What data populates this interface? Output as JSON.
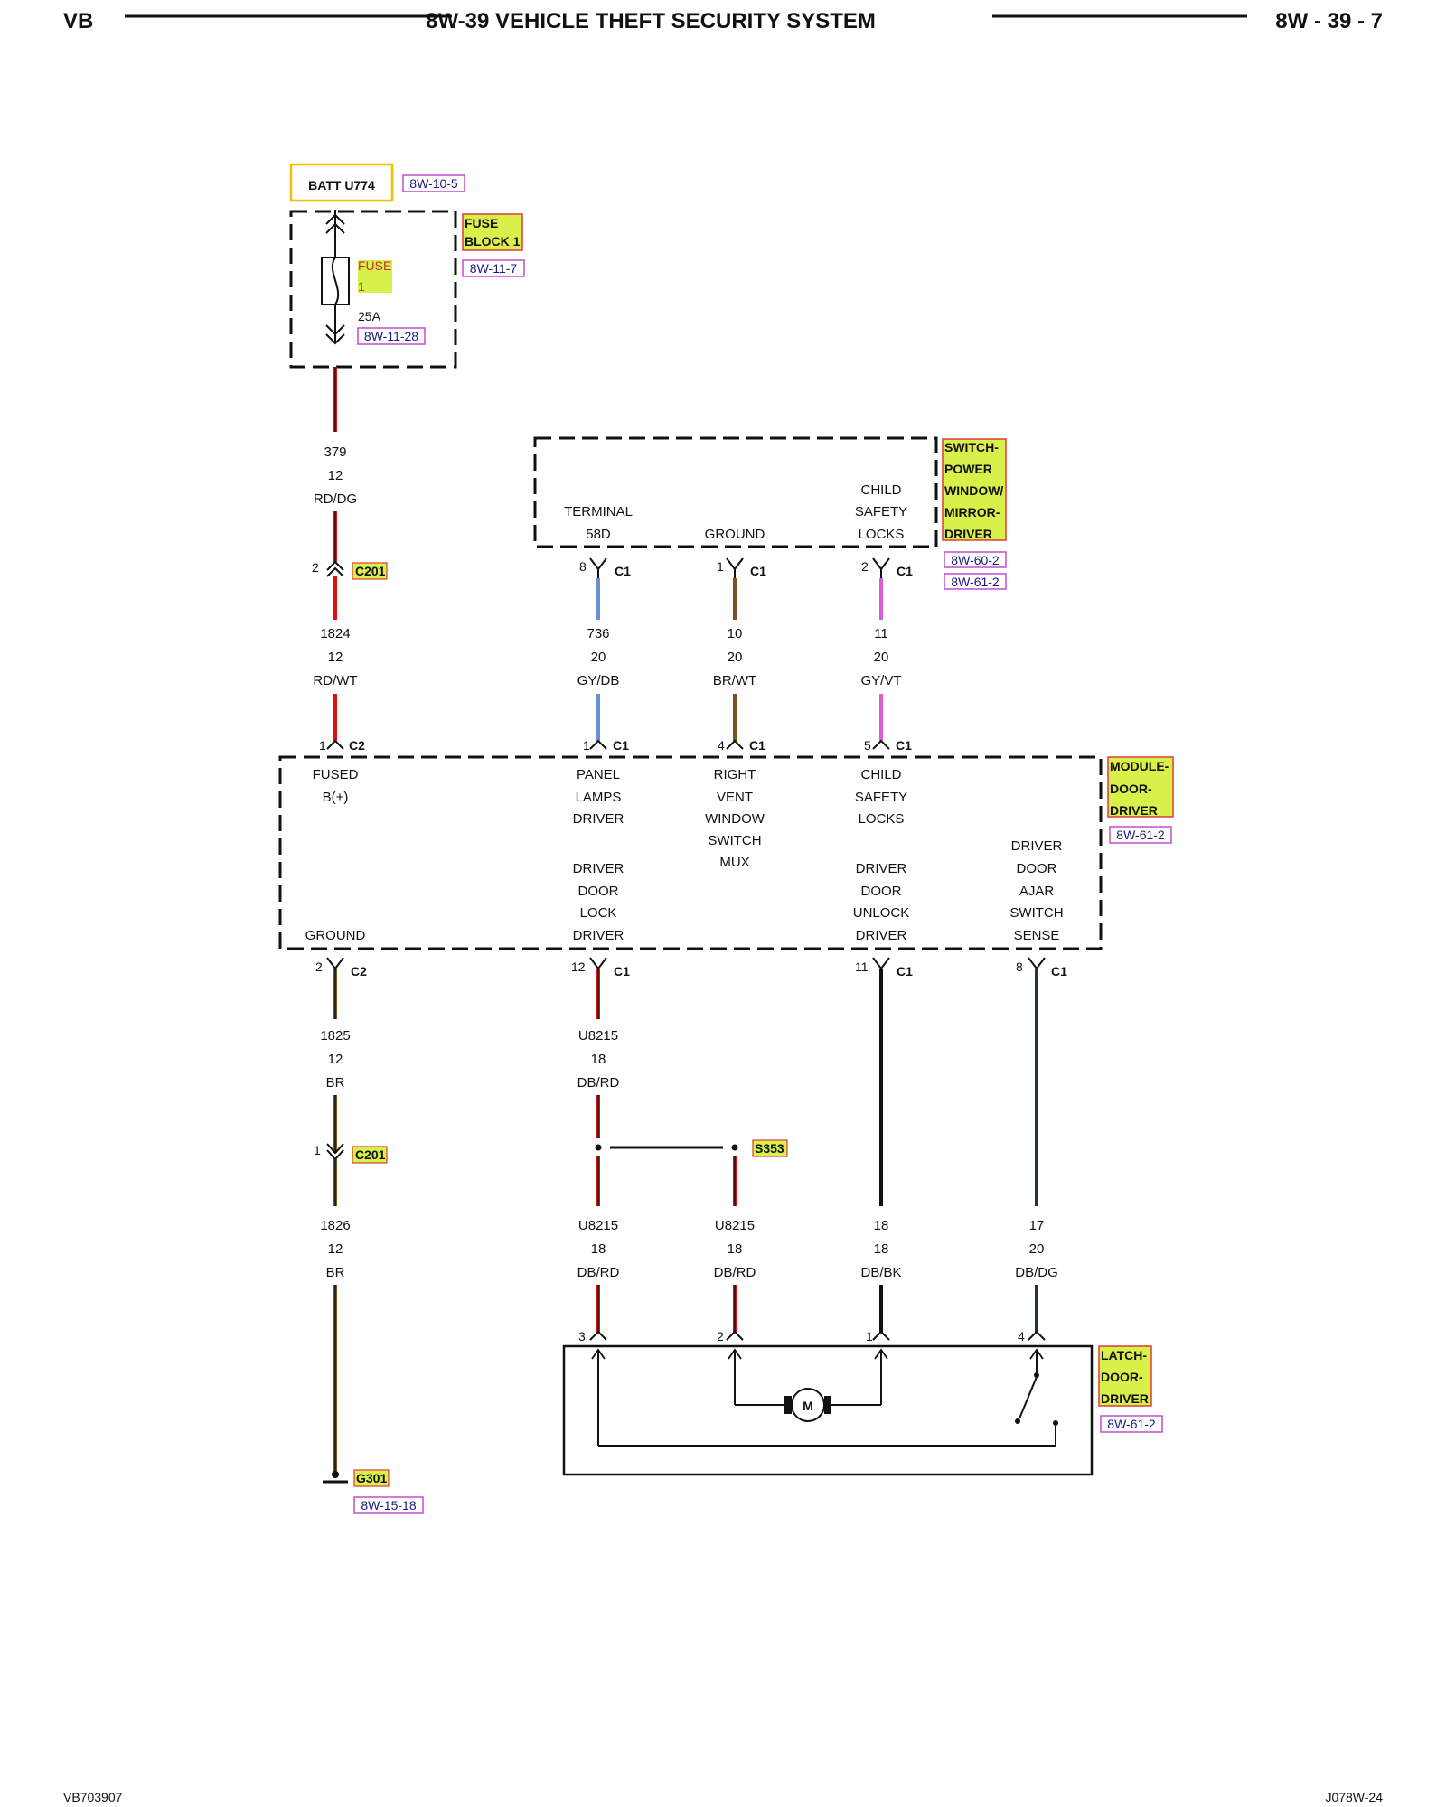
{
  "header": {
    "left": "VB",
    "title": "8W-39 VEHICLE THEFT SECURITY SYSTEM",
    "right": "8W - 39 - 7"
  },
  "footer": {
    "left": "VB703907",
    "right": "J078W-24"
  },
  "colors": {
    "highlight": "#d8f04a",
    "highlight_border": "#e03b3b",
    "ref_border": "#c04fd0",
    "batt_border": "#f0c000",
    "wire_red": "#e01010",
    "wire_blue": "#6d8fd6",
    "wire_brown": "#7a5320",
    "wire_violet": "#d95cd9",
    "wire_dark": "#101010"
  },
  "source": {
    "batt": "BATT U774",
    "batt_ref": "8W-10-5"
  },
  "fuse_block": {
    "name_line1": "FUSE",
    "name_line2": "BLOCK 1",
    "ref": "8W-11-7",
    "fuse_line1": "FUSE",
    "fuse_line2": "1",
    "rating": "25A",
    "fuse_ref": "8W-11-28"
  },
  "switch_component": {
    "name_lines": [
      "SWITCH-",
      "POWER",
      "WINDOW/",
      "MIRROR-",
      "DRIVER"
    ],
    "refs": [
      "8W-60-2",
      "8W-61-2"
    ],
    "terminals": [
      {
        "lines": [
          "TERMINAL",
          "58D"
        ]
      },
      {
        "lines": [
          "GROUND"
        ]
      },
      {
        "lines": [
          "CHILD",
          "SAFETY",
          "LOCKS"
        ]
      }
    ],
    "pins": [
      {
        "pin": "8",
        "conn": "C1"
      },
      {
        "pin": "1",
        "conn": "C1"
      },
      {
        "pin": "2",
        "conn": "C1"
      }
    ]
  },
  "module_component": {
    "name_lines": [
      "MODULE-",
      "DOOR-",
      "DRIVER"
    ],
    "ref": "8W-61-2",
    "top_terminals": [
      {
        "lines": [
          "FUSED",
          "B(+)"
        ]
      },
      {
        "lines": [
          "PANEL",
          "LAMPS",
          "DRIVER"
        ]
      },
      {
        "lines": [
          "RIGHT",
          "VENT",
          "WINDOW",
          "SWITCH",
          "MUX"
        ]
      },
      {
        "lines": [
          "CHILD",
          "SAFETY",
          "LOCKS"
        ]
      }
    ],
    "top_pins": [
      {
        "pin": "1",
        "conn": "C2"
      },
      {
        "pin": "1",
        "conn": "C1"
      },
      {
        "pin": "4",
        "conn": "C1"
      },
      {
        "pin": "5",
        "conn": "C1"
      }
    ],
    "bottom_terminals": [
      {
        "lines": [
          "GROUND"
        ]
      },
      {
        "lines": [
          "DRIVER",
          "DOOR",
          "LOCK",
          "DRIVER"
        ]
      },
      {
        "lines": [
          "DRIVER",
          "DOOR",
          "UNLOCK",
          "DRIVER"
        ]
      },
      {
        "lines": [
          "DRIVER",
          "DOOR",
          "AJAR",
          "SWITCH",
          "SENSE"
        ]
      }
    ],
    "bottom_pins": [
      {
        "pin": "2",
        "conn": "C2"
      },
      {
        "pin": "12",
        "conn": "C1"
      },
      {
        "pin": "11",
        "conn": "C1"
      },
      {
        "pin": "8",
        "conn": "C1"
      }
    ]
  },
  "latch_component": {
    "name_lines": [
      "LATCH-",
      "DOOR-",
      "DRIVER"
    ],
    "ref": "8W-61-2",
    "motor": "M",
    "pins": [
      "3",
      "2",
      "1",
      "4"
    ]
  },
  "inline_connectors": {
    "c201_top": {
      "pin": "2",
      "name": "C201"
    },
    "c201_bottom": {
      "pin": "1",
      "name": "C201"
    }
  },
  "splice": {
    "name": "S353"
  },
  "ground": {
    "name": "G301",
    "ref": "8W-15-18"
  },
  "wires": {
    "w379": {
      "circuit": "379",
      "gauge": "12",
      "color": "RD/DG"
    },
    "w1824": {
      "circuit": "1824",
      "gauge": "12",
      "color": "RD/WT"
    },
    "w736": {
      "circuit": "736",
      "gauge": "20",
      "color": "GY/DB"
    },
    "w10": {
      "circuit": "10",
      "gauge": "20",
      "color": "BR/WT"
    },
    "w11": {
      "circuit": "11",
      "gauge": "20",
      "color": "GY/VT"
    },
    "w1825": {
      "circuit": "1825",
      "gauge": "12",
      "color": "BR"
    },
    "wu8215a": {
      "circuit": "U8215",
      "gauge": "18",
      "color": "DB/RD"
    },
    "w1826": {
      "circuit": "1826",
      "gauge": "12",
      "color": "BR"
    },
    "wu8215b": {
      "circuit": "U8215",
      "gauge": "18",
      "color": "DB/RD"
    },
    "wu8215c": {
      "circuit": "U8215",
      "gauge": "18",
      "color": "DB/RD"
    },
    "w18": {
      "circuit": "18",
      "gauge": "18",
      "color": "DB/BK"
    },
    "w17": {
      "circuit": "17",
      "gauge": "20",
      "color": "DB/DG"
    }
  }
}
